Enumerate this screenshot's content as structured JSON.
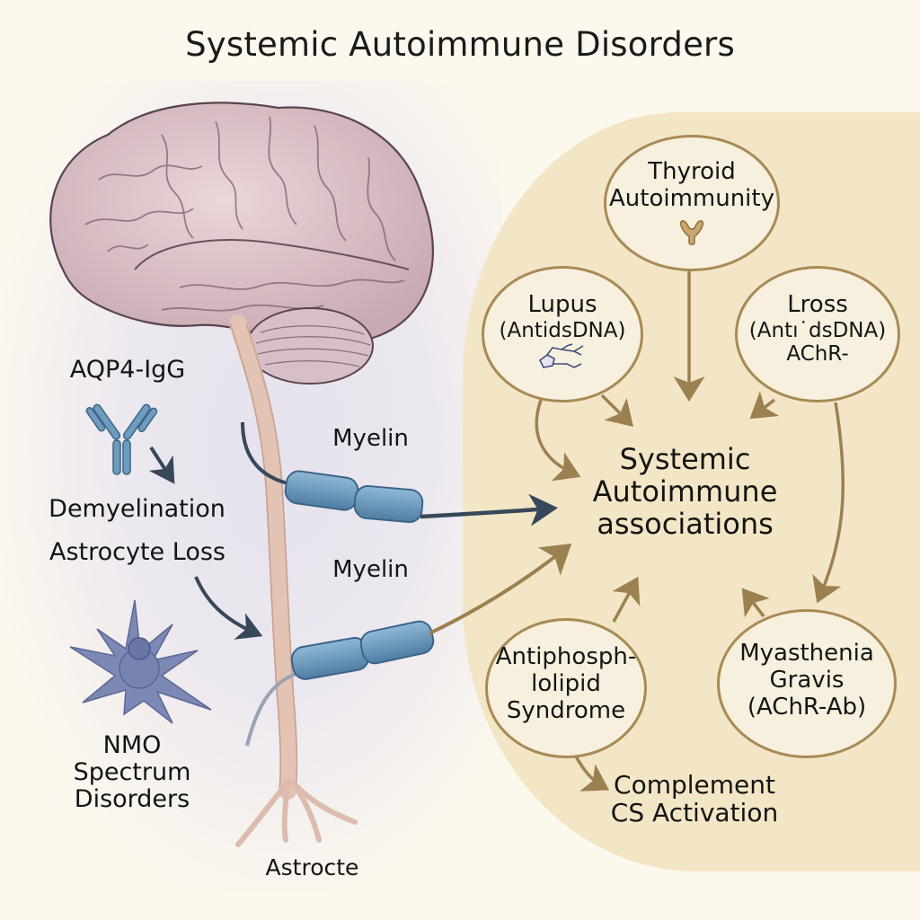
{
  "title": "Systemic Autoimmune Disorders",
  "left": {
    "antibody_label": "AQP4-IgG",
    "effect_line1": "Demyelination",
    "effect_line2": "Astrocyte Loss",
    "myelin_upper": "Myelin",
    "myelin_lower": "Myelin",
    "nmo_line1": "NMO",
    "nmo_line2": "Spectrum",
    "nmo_line3": "Disorders",
    "astrocyte_bottom": "Astrocte"
  },
  "right": {
    "center": {
      "line1": "Systemic",
      "line2": "Autoimmune",
      "line3": "associations"
    },
    "nodes": {
      "thyroid": {
        "line1": "Thyroid",
        "line2": "Autoimmunity",
        "icon": "thyroid-icon"
      },
      "lupus": {
        "line1": "Lupus",
        "line2": "(Anti̇dsDNA)",
        "icon": "dna-strand-icon"
      },
      "lross": {
        "line1": "Lross",
        "line2": "(Antı˙dsDNA)",
        "line3": "AChR-"
      },
      "aps": {
        "line1": "Antiphosph-",
        "line2": "lolipid",
        "line3": "Syndrome"
      },
      "mg": {
        "line1": "Myasthenia",
        "line2": "Gravis",
        "line3": "(AChR-Ab)"
      }
    },
    "complement_line1": "Complement",
    "complement_line2": "CS Activation"
  },
  "colors": {
    "panel": "#f3e6c6",
    "node_border": "#a88a55",
    "arrow_gold": "#9c8150",
    "arrow_dark": "#37485a",
    "myelin": "#6d9cc0",
    "astrocyte": "#7d89b5",
    "brain": "#dcc3c8"
  }
}
